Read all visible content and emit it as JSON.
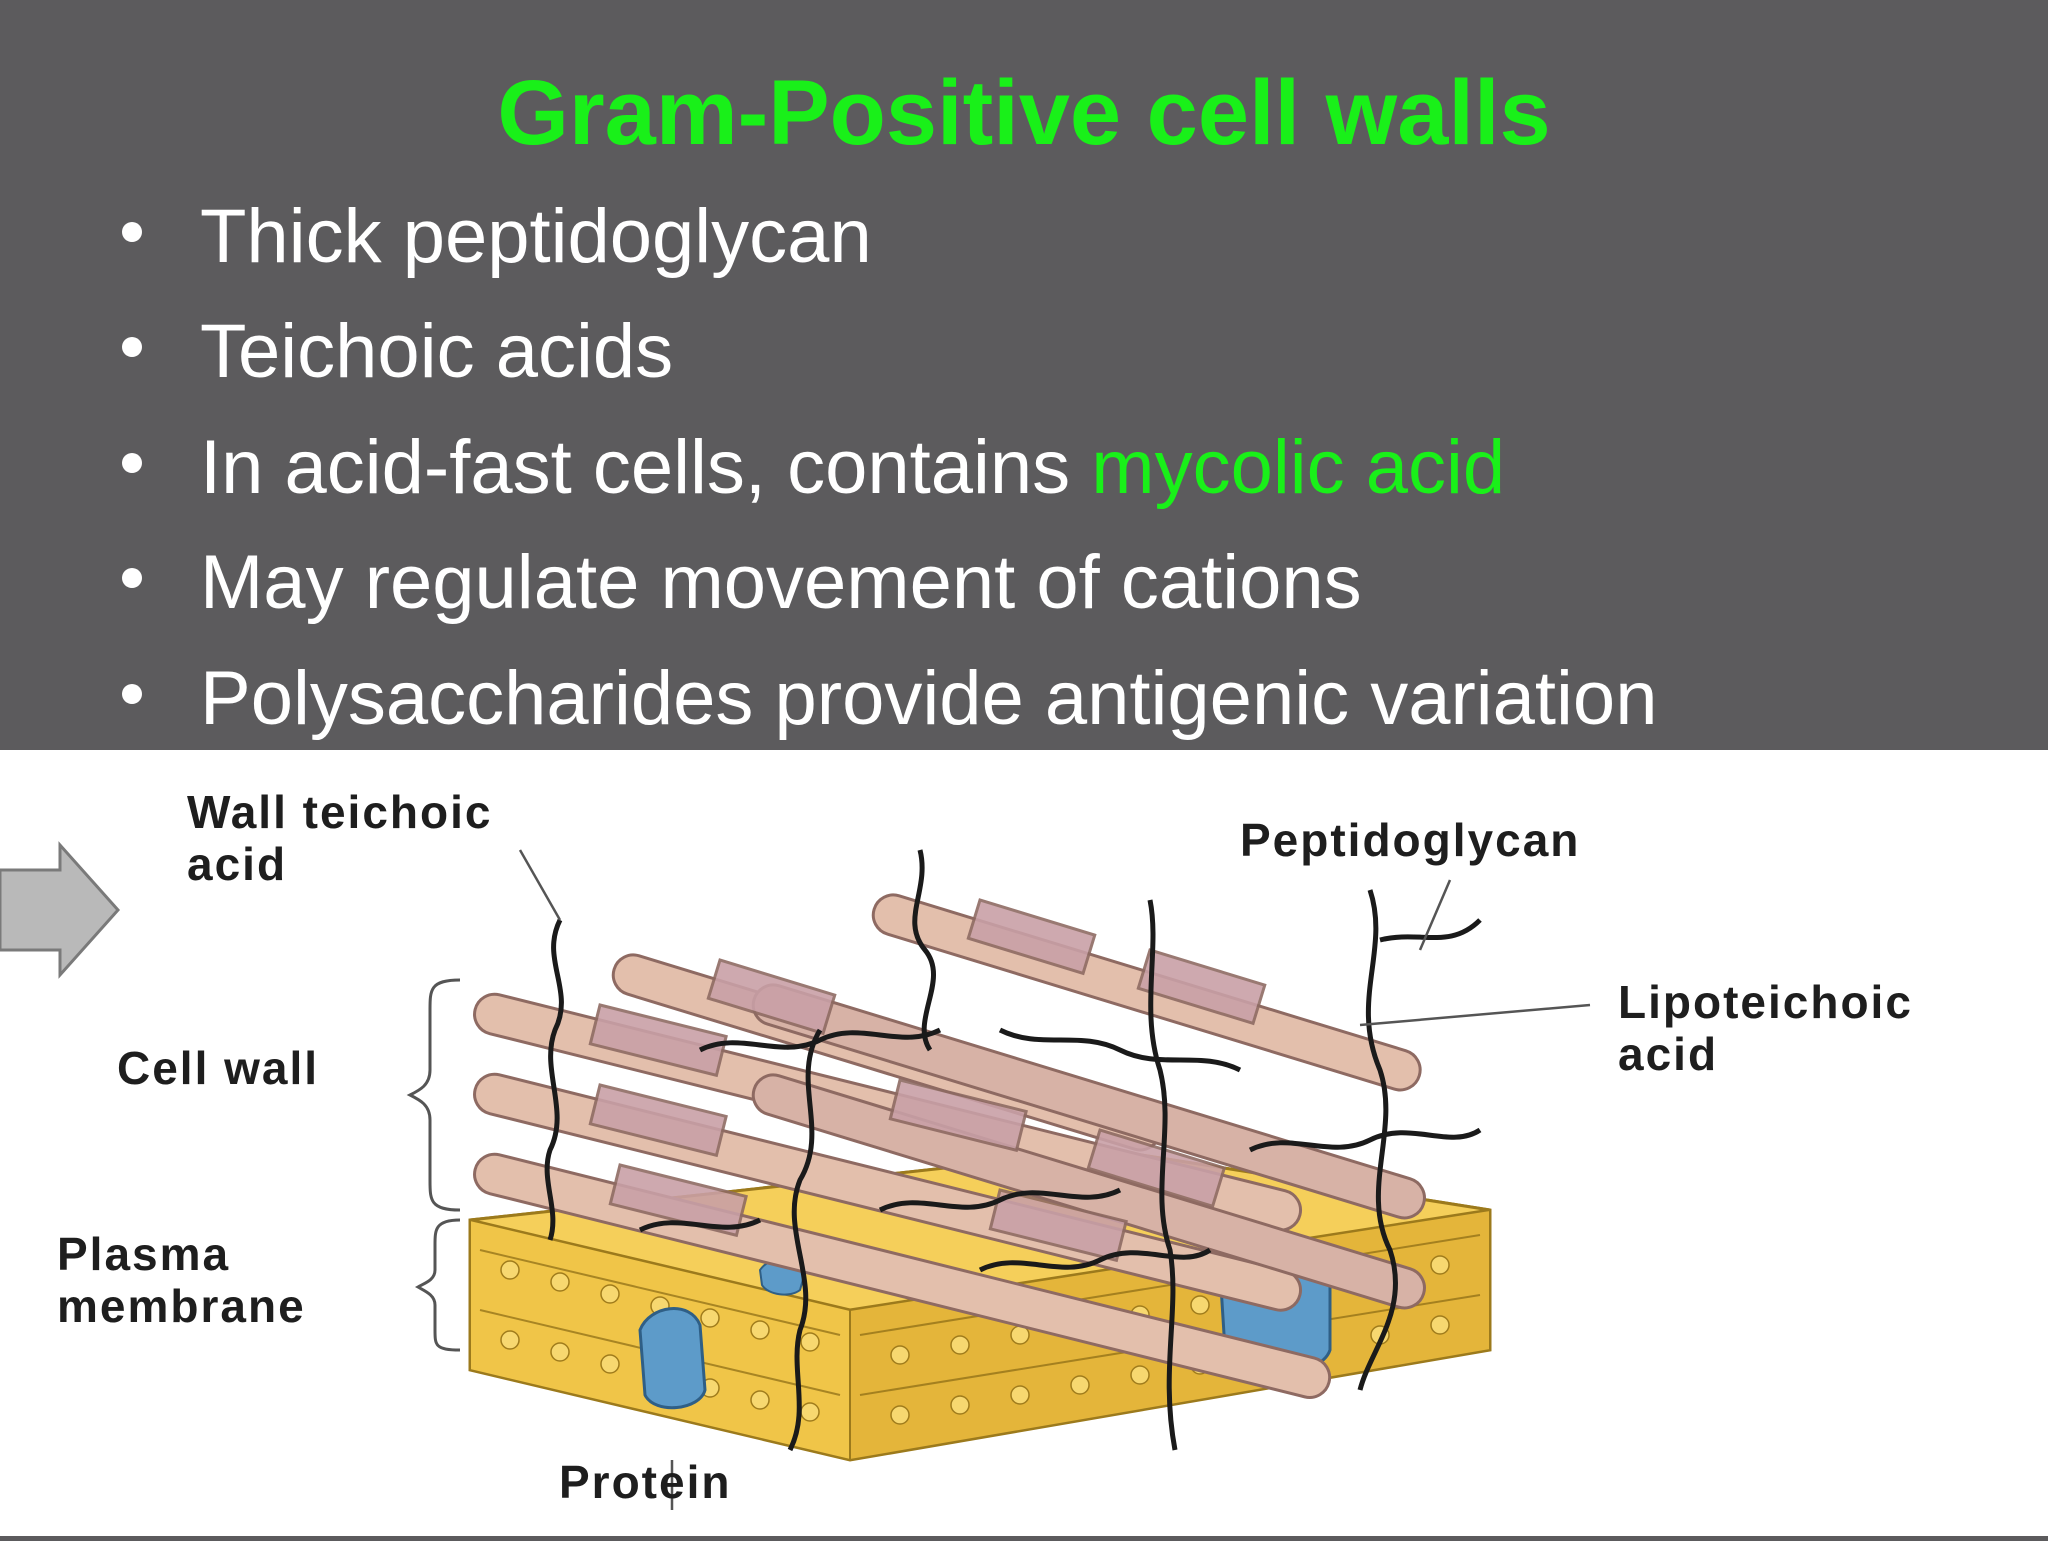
{
  "slide": {
    "title": "Gram-Positive cell walls",
    "bullets": [
      {
        "text": "Thick peptidoglycan"
      },
      {
        "text": "Teichoic acids"
      },
      {
        "text": "In acid-fast cells, contains ",
        "highlight": "mycolic acid"
      },
      {
        "text": "May regulate movement of cations"
      },
      {
        "text": "Polysaccharides provide antigenic variation"
      }
    ],
    "colors": {
      "background": "#5c5b5d",
      "title": "#19f019",
      "text": "#ffffff",
      "highlight": "#19f019"
    }
  },
  "figure": {
    "labels": {
      "wall_teichoic_line1": "Wall teichoic",
      "wall_teichoic_line2": "acid",
      "peptidoglycan": "Peptidoglycan",
      "lipoteichoic_line1": "Lipoteichoic",
      "lipoteichoic_line2": "acid",
      "cell_wall": "Cell wall",
      "plasma_line1": "Plasma",
      "plasma_line2": "membrane",
      "protein": "Protein"
    },
    "colors": {
      "rod": "#e3bfac",
      "rod_band": "#c9a0a6",
      "membrane": "#f2c84a",
      "protein": "#5d9bc9",
      "line": "#1a1a1a"
    },
    "icons": [
      "arrow-icon"
    ]
  }
}
